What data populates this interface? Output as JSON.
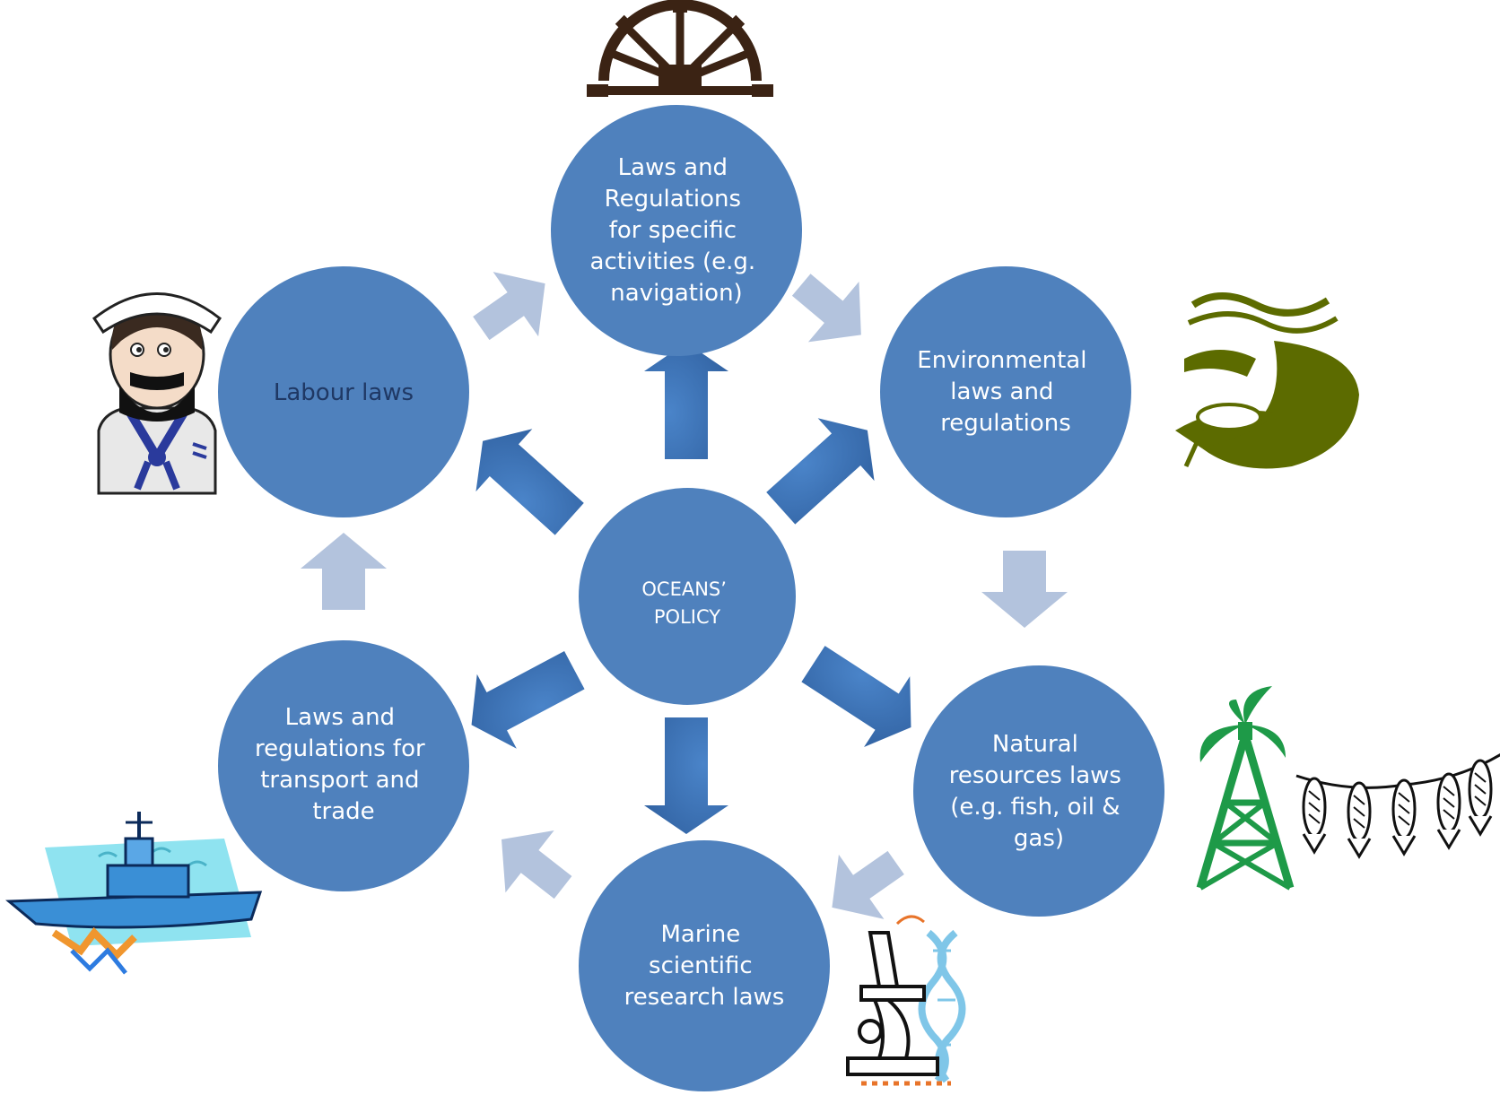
{
  "diagram": {
    "center": {
      "lines": [
        "OCEANS’",
        "POLICY"
      ]
    },
    "nodes": {
      "activities": {
        "lines": [
          "Laws and",
          "Regulations",
          "for specific",
          "activities (e.g.",
          "navigation)"
        ]
      },
      "environment": {
        "lines": [
          "Environmental",
          "laws and",
          "regulations"
        ]
      },
      "natural": {
        "lines": [
          "Natural",
          "resources laws",
          "(e.g. fish, oil &",
          "gas)"
        ]
      },
      "marine": {
        "lines": [
          "Marine",
          "scientific",
          "research laws"
        ]
      },
      "transport": {
        "lines": [
          "Laws and",
          "regulations for",
          "transport and",
          "trade"
        ]
      },
      "labour": {
        "lines": [
          "Labour laws"
        ]
      }
    },
    "colors": {
      "circle": "#4f81bd",
      "center_arrow": "#3a6fb5",
      "cycle_arrow": "#b3c3dd",
      "labour_text": "#1f3864",
      "label_text": "#ffffff"
    },
    "icons": [
      "ship-wheel-icon",
      "sailor-icon",
      "sea-bird-icon",
      "oil-rig-icon",
      "fish-string-icon",
      "ship-icon",
      "microscope-dna-icon"
    ]
  }
}
